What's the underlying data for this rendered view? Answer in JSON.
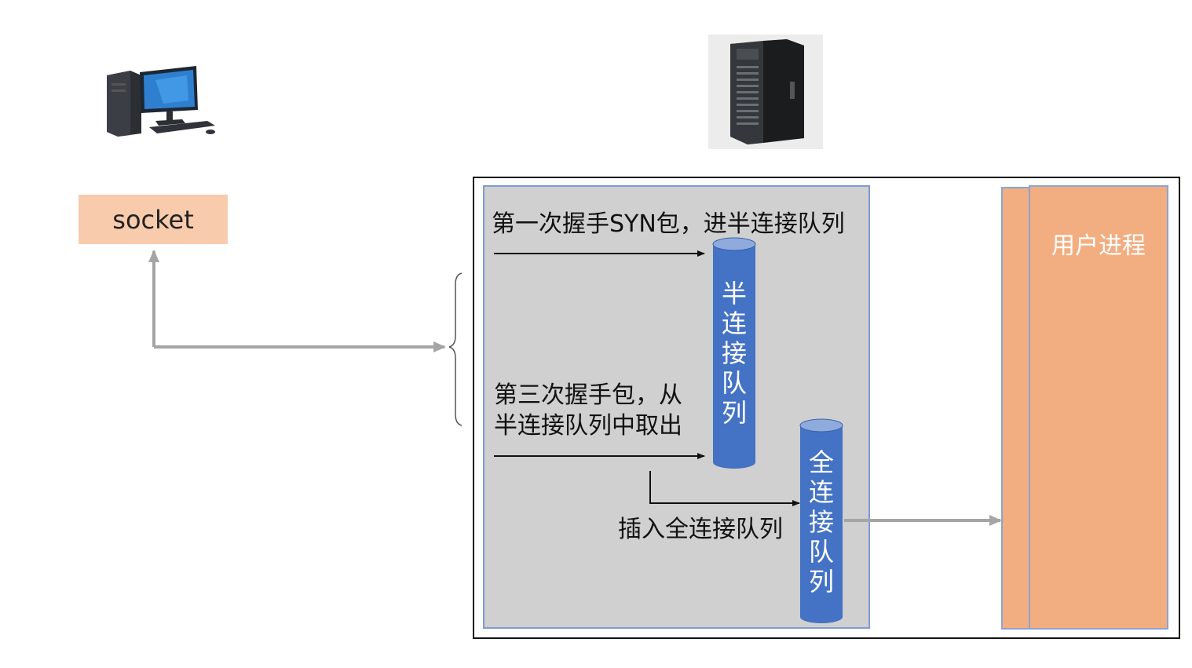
{
  "client": {
    "icon": "desktop-computer-icon",
    "socket_label": "socket"
  },
  "server": {
    "icon": "tower-server-icon"
  },
  "kernel": {
    "syn_label": "第一次握手SYN包，进半连接队列",
    "ack_label_line1": "第三次握手包，从",
    "ack_label_line2": "半连接队列中取出",
    "insert_label": "插入全连接队列",
    "half_queue_chars": [
      "半",
      "连",
      "接",
      "队",
      "列"
    ],
    "full_queue_chars": [
      "全",
      "连",
      "接",
      "队",
      "列"
    ]
  },
  "user_process": {
    "label": "用户进程"
  },
  "colors": {
    "socket_fill": "#f8cbad",
    "queue_blue": "#4472c4",
    "kernel_gray": "#d0d0d0",
    "process_orange": "#f2ae80",
    "connector_gray": "#a5a5a5"
  }
}
